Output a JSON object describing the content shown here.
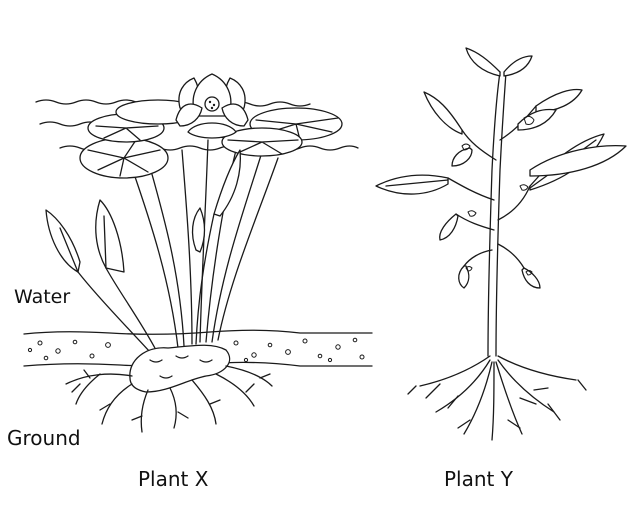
{
  "labels": {
    "water": "Water",
    "ground": "Ground",
    "plant_x": "Plant X",
    "plant_y": "Plant Y"
  },
  "colors": {
    "line": "#1a1a1a",
    "background": "#ffffff"
  }
}
